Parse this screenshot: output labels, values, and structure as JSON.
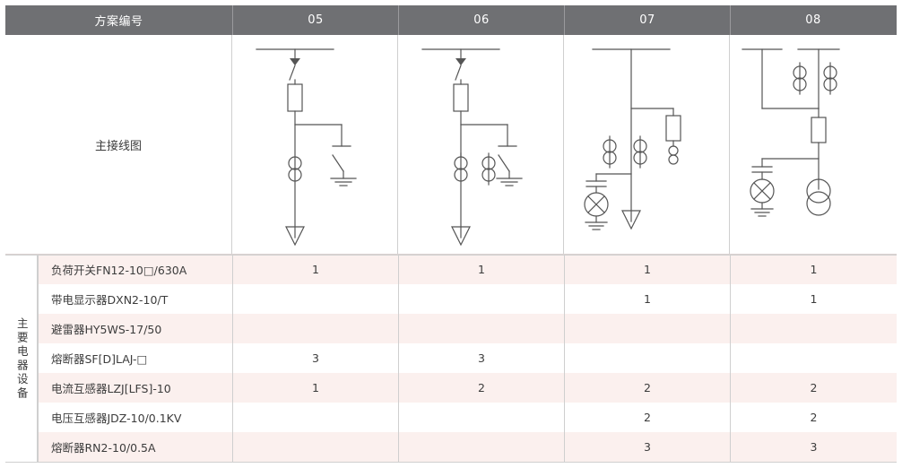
{
  "header": {
    "plan_label": "方案编号",
    "columns": [
      "05",
      "06",
      "07",
      "08"
    ]
  },
  "diagram_row": {
    "label": "主接线图"
  },
  "group_label": "主要电器设备",
  "spec_rows": [
    {
      "name": "负荷开关FN12-10□/630A",
      "values": [
        "1",
        "1",
        "1",
        "1"
      ]
    },
    {
      "name": "带电显示器DXN2-10/T",
      "values": [
        "",
        "",
        "1",
        "1"
      ]
    },
    {
      "name": "避雷器HY5WS-17/50",
      "values": [
        "",
        "",
        "",
        ""
      ]
    },
    {
      "name": "熔断器SF[D]LAJ-□",
      "values": [
        "3",
        "3",
        "",
        ""
      ]
    },
    {
      "name": "电流互感器LZJ[LFS]-10",
      "values": [
        "1",
        "2",
        "2",
        "2"
      ]
    },
    {
      "name": "电压互感器JDZ-10/0.1KV",
      "values": [
        "",
        "",
        "2",
        "2"
      ]
    },
    {
      "name": "熔断器RN2-10/0.5A",
      "values": [
        "",
        "",
        "3",
        "3"
      ]
    }
  ],
  "colors": {
    "header_bg": "#6f7073",
    "row_tint": "#fbf0ee",
    "line": "#cfcfcf",
    "stroke": "#555555"
  }
}
